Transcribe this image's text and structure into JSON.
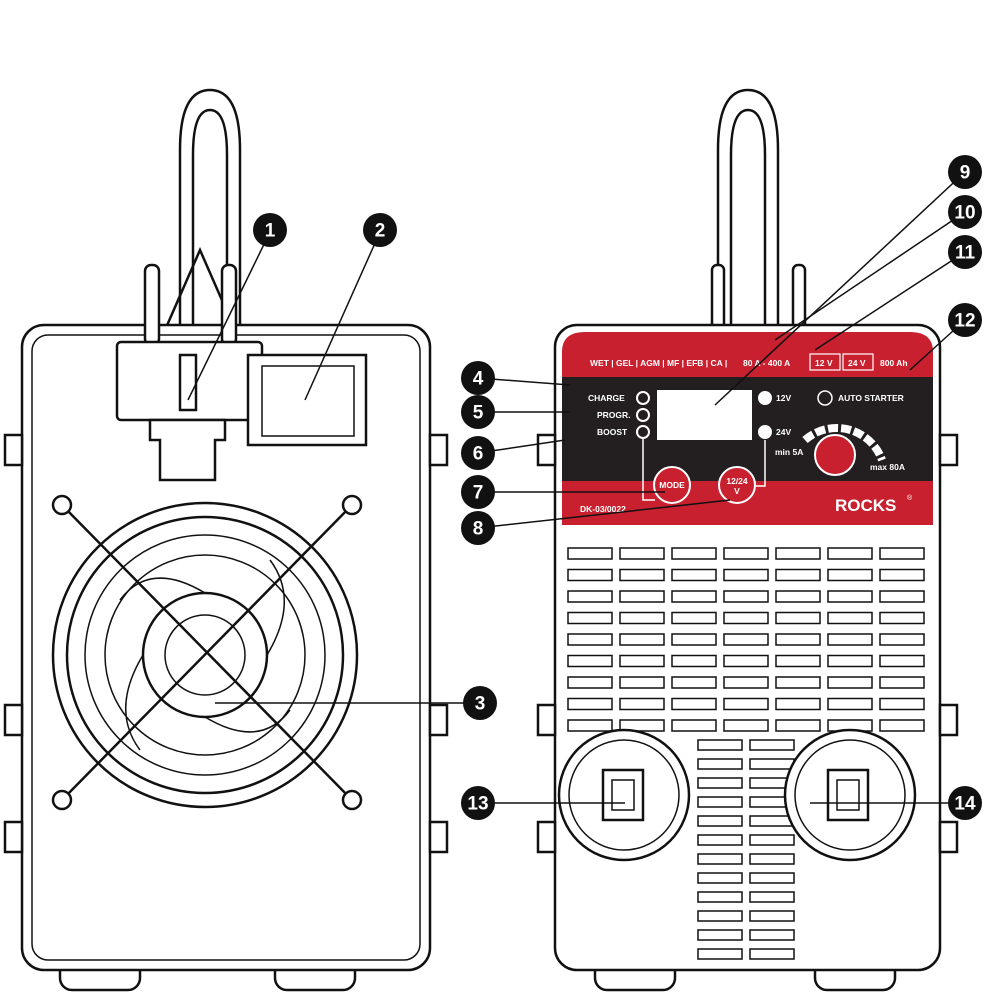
{
  "colors": {
    "brand_red": "#c8202f",
    "panel_black": "#231f20",
    "outline": "#111111"
  },
  "callouts": [
    "1",
    "2",
    "3",
    "4",
    "5",
    "6",
    "7",
    "8",
    "9",
    "10",
    "11",
    "12",
    "13",
    "14"
  ],
  "panel": {
    "battery_types": "WET | GEL | AGM | MF | EFB | CA |",
    "capacity_range": "80 A - 400 A",
    "voltage_12": "12 V",
    "voltage_24": "24 V",
    "max_capacity": "800 Ah",
    "mode_charge": "CHARGE",
    "mode_program": "PROGR.",
    "mode_boost": "BOOST",
    "led_12v": "12V",
    "led_24v": "24V",
    "auto_starter": "AUTO STARTER",
    "min_current": "min 5A",
    "max_current": "max 80A",
    "mode_button": "MODE",
    "voltage_button_line1": "12/24",
    "voltage_button_line2": "V",
    "model": "DK-03/0022",
    "brand": "ROCKS",
    "brand_mark": "®"
  }
}
